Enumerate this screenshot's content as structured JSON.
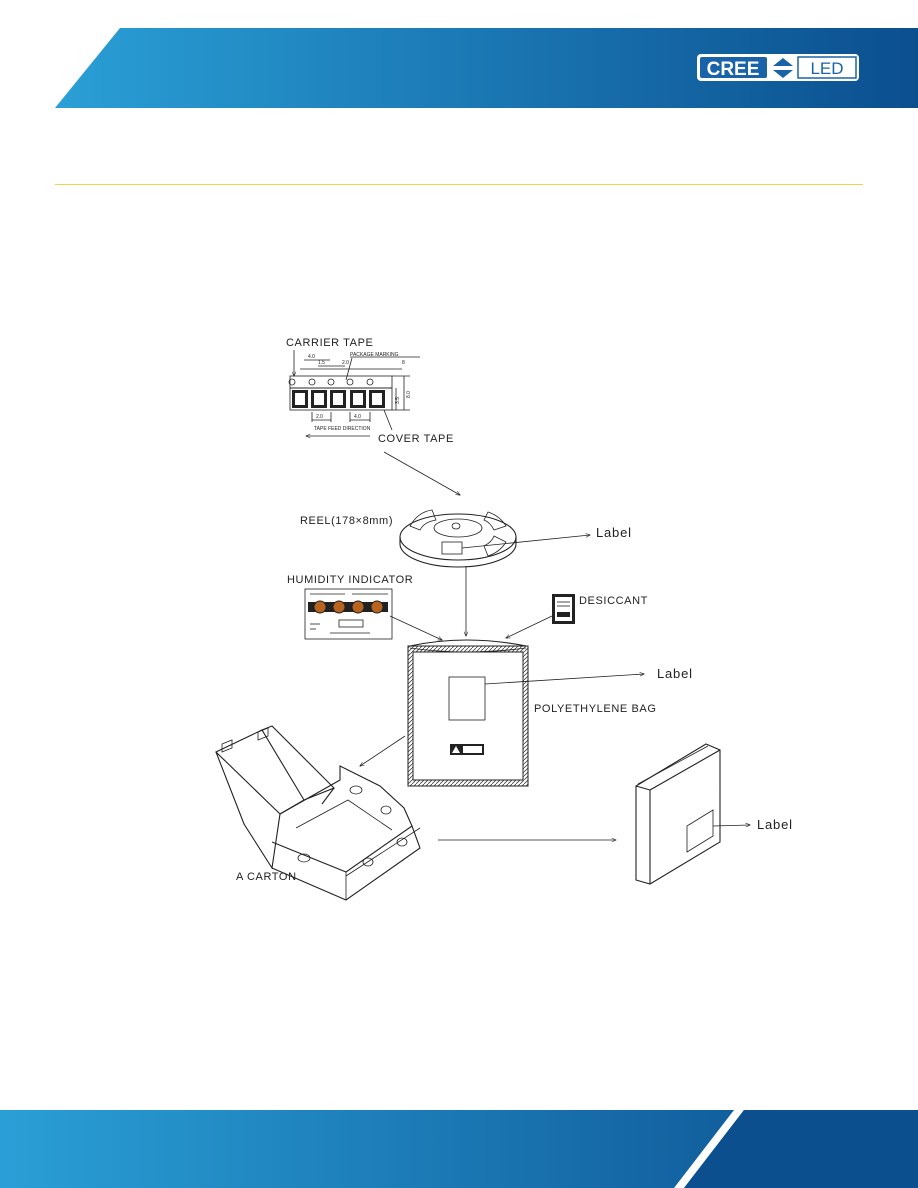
{
  "brand": {
    "logo_text": "CREE",
    "logo_suffix": "LED"
  },
  "colors": {
    "banner_light": "#2a9fd6",
    "banner_dark": "#0b4f8f",
    "divider": "#f2d24a"
  },
  "diagram": {
    "carrier_tape": "CARRIER TAPE",
    "package_marking": "PACKAGE MARKING",
    "tape_feed_direction": "TAPE FEED DIRECTION",
    "cover_tape": "COVER TAPE",
    "dims": {
      "d1": "1.5",
      "d2": "4.0",
      "d3": "2.0",
      "d4": "2.0",
      "d5": "4.0",
      "d6": "8",
      "d7": "3.5",
      "d8": "8.0"
    },
    "reel": "REEL(178×8mm)",
    "reel_label": "Label",
    "humidity_indicator": "HUMIDITY INDICATOR",
    "desiccant": "DESICCANT",
    "bag_label": "Label",
    "polyethylene_bag": "POLYETHYLENE BAG",
    "carton": "A CARTON",
    "box_label": "Label"
  }
}
